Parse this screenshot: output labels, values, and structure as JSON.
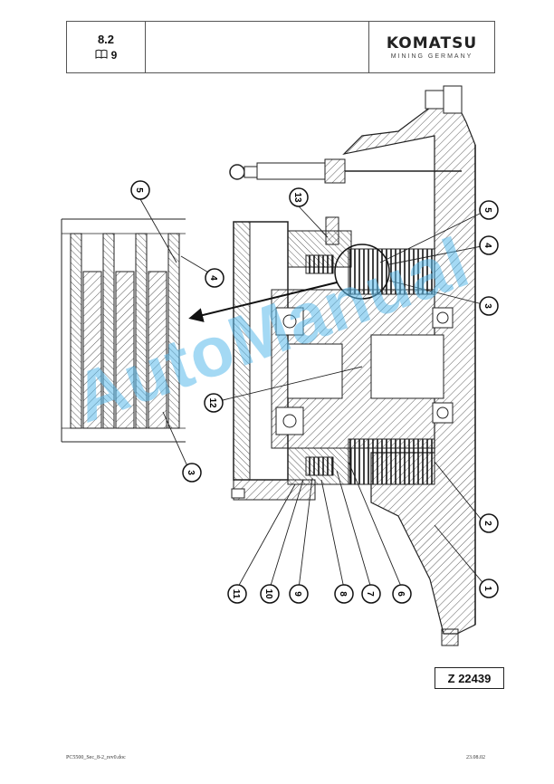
{
  "header": {
    "section": "8.2",
    "page_number": "9",
    "brand_name": "KOMATSU",
    "brand_subtitle": "MINING GERMANY"
  },
  "drawing": {
    "reference": "Z 22439",
    "callouts": [
      "1",
      "2",
      "3",
      "4",
      "5",
      "6",
      "7",
      "8",
      "9",
      "10",
      "11",
      "12",
      "13",
      "3",
      "4",
      "5"
    ]
  },
  "watermark": "AutoManual",
  "footer": {
    "filename": "PC5500_Sec_8-2_rev0.doc",
    "date": "23.08.02"
  },
  "colors": {
    "line": "#222222",
    "watermark": "#5ab9eb"
  }
}
